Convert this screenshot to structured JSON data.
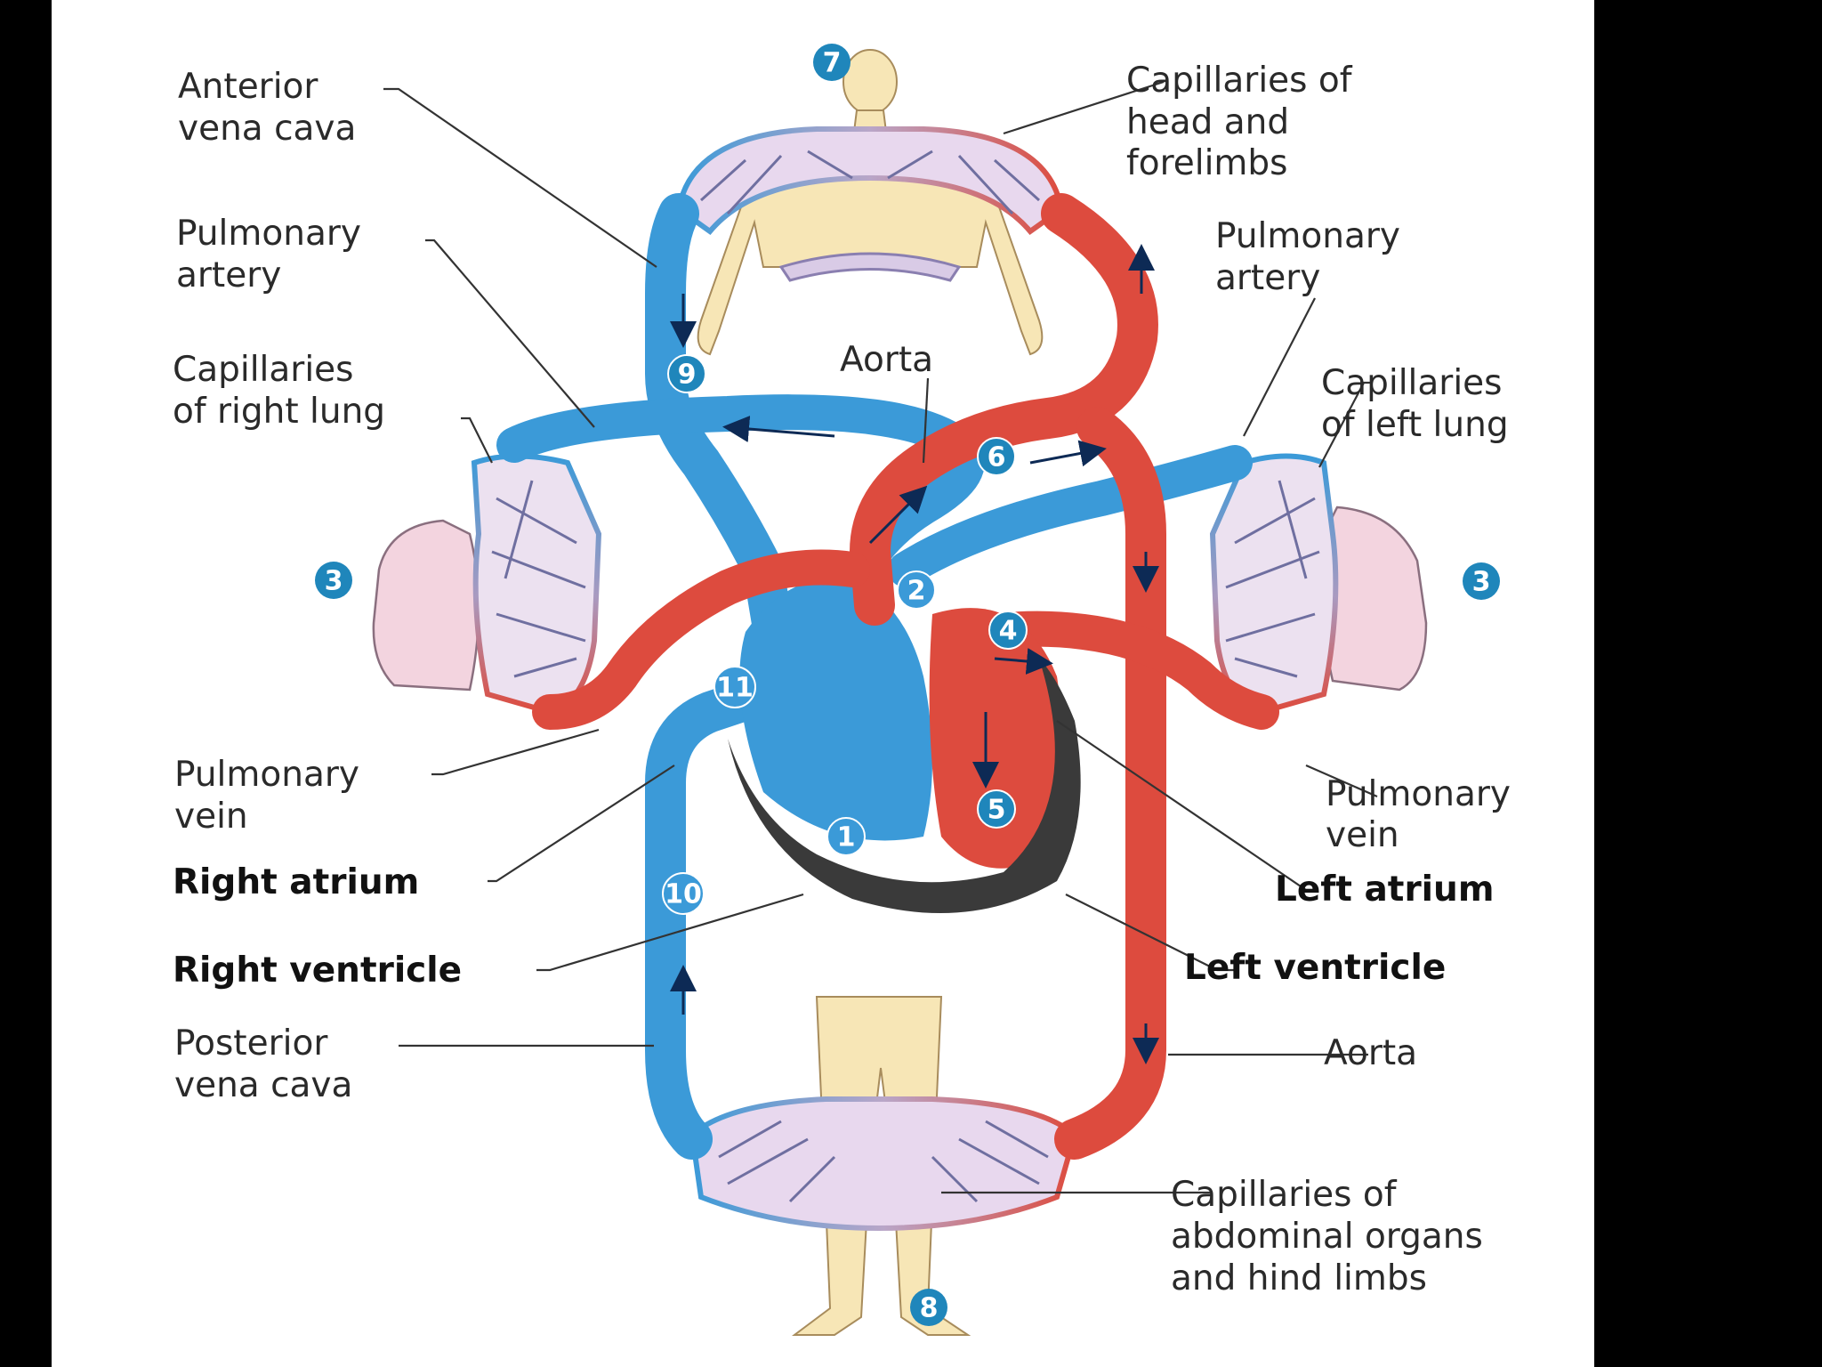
{
  "colors": {
    "background": "#ffffff",
    "frame": "#000000",
    "oxygenated": "#dd4b3e",
    "deoxygenated": "#3b9ad8",
    "skin": "#f7e6b6",
    "lung": "#f3d4df",
    "badge": "#1f86bb",
    "heart_shadow": "#3a3a3a"
  },
  "labels": {
    "anterior_vena_cava": [
      "Anterior",
      "vena cava"
    ],
    "capillaries_head": [
      "Capillaries of",
      "head and",
      "forelimbs"
    ],
    "pulmonary_artery_left_side": [
      "Pulmonary",
      "artery"
    ],
    "pulmonary_artery_right_side": [
      "Pulmonary",
      "artery"
    ],
    "aorta_top": "Aorta",
    "capillaries_right_lung": [
      "Capillaries",
      "of right lung"
    ],
    "capillaries_left_lung": [
      "Capillaries",
      "of left lung"
    ],
    "pulmonary_vein_left_side": [
      "Pulmonary",
      "vein"
    ],
    "pulmonary_vein_right_side": [
      "Pulmonary",
      "vein"
    ],
    "right_atrium": "Right atrium",
    "right_ventricle": "Right ventricle",
    "left_atrium": "Left atrium",
    "left_ventricle": "Left ventricle",
    "posterior_vena_cava": [
      "Posterior",
      "vena cava"
    ],
    "aorta_bottom": "Aorta",
    "capillaries_abdominal": [
      "Capillaries of",
      "abdominal organs",
      "and hind limbs"
    ]
  },
  "step_numbers": {
    "n1": "1",
    "n2": "2",
    "n3_left": "3",
    "n3_right": "3",
    "n4": "4",
    "n5": "5",
    "n6": "6",
    "n7": "7",
    "n8": "8",
    "n9": "9",
    "n10": "10",
    "n11": "11"
  }
}
